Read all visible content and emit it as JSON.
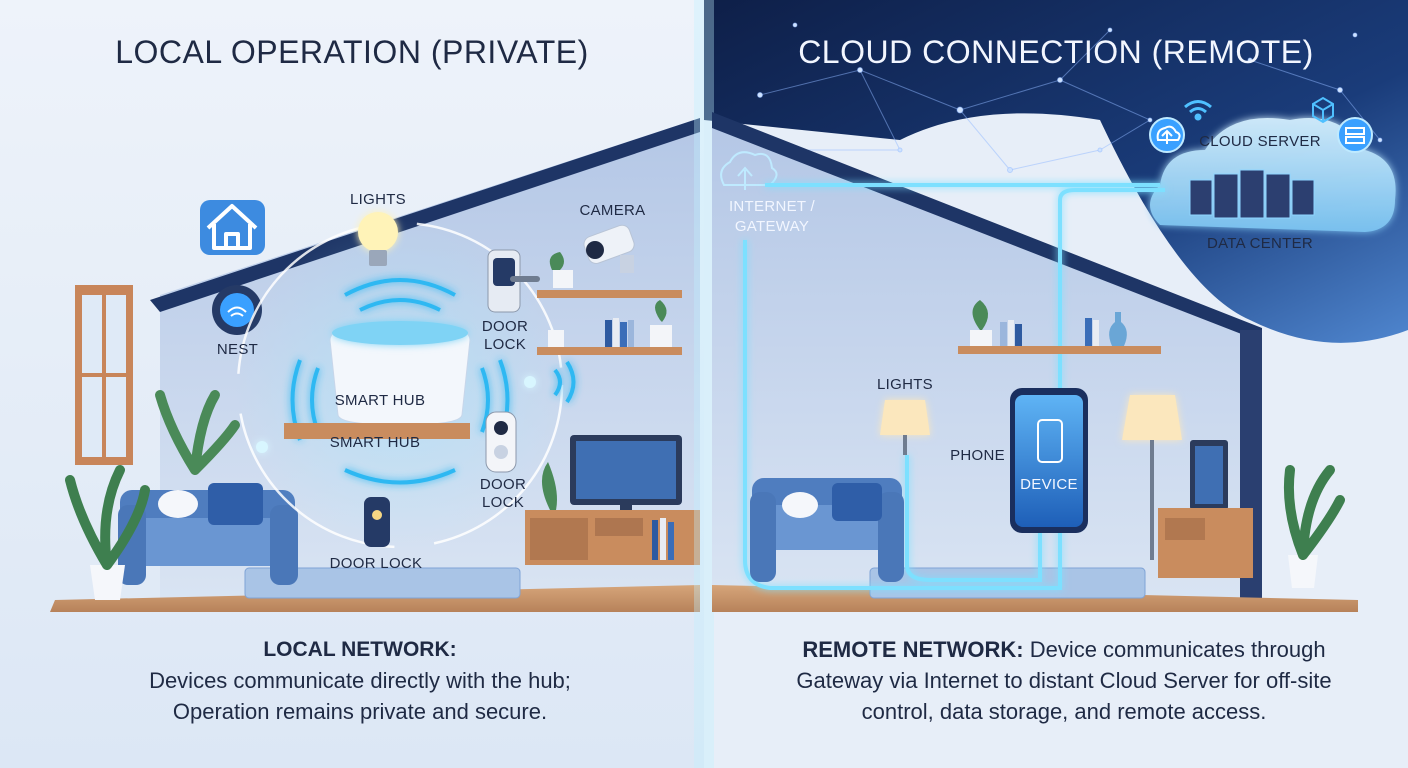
{
  "left_panel": {
    "title": "LOCAL OPERATION (PRIVATE)",
    "labels": {
      "lights": "LIGHTS",
      "camera": "CAMERA",
      "nest": "NEST",
      "door_lock_top_1": "DOOR",
      "door_lock_top_2": "LOCK",
      "door_lock_mid_1": "DOOR",
      "door_lock_mid_2": "LOCK",
      "door_lock_bottom": "DOOR LOCK",
      "hub_device": "SMART HUB",
      "hub_shelf": "SMART HUB"
    },
    "caption": {
      "heading": "LOCAL NETWORK:",
      "line1": "Devices communicate directly with the hub;",
      "line2": "Operation remains private and secure."
    }
  },
  "right_panel": {
    "title": "CLOUD CONNECTION (REMOTE)",
    "labels": {
      "gateway_1": "INTERNET /",
      "gateway_2": "GATEWAY",
      "cloud_server": "CLOUD SERVER",
      "data_center": "DATA CENTER",
      "lights": "LIGHTS",
      "phone": "PHONE",
      "device": "DEVICE"
    },
    "caption": {
      "heading": "REMOTE NETWORK:",
      "line1_rest": " Device communicates through",
      "line2": "Gateway via Internet to distant Cloud Server for off-site",
      "line3": "control, data storage, and remote access."
    }
  },
  "colors": {
    "left_bg": "#e6eef8",
    "right_sky": "#0f2350",
    "glow": "#62d6ff",
    "wall": "#c4d3ea",
    "floor": "#c8956a",
    "sofa": "#5b86c6",
    "text": "#1f2a44"
  },
  "icons": [
    "home-icon",
    "wifi-icon",
    "cloud-upload-icon",
    "cube-icon",
    "server-icon",
    "phone-icon",
    "camera-icon",
    "lightbulb-icon"
  ]
}
